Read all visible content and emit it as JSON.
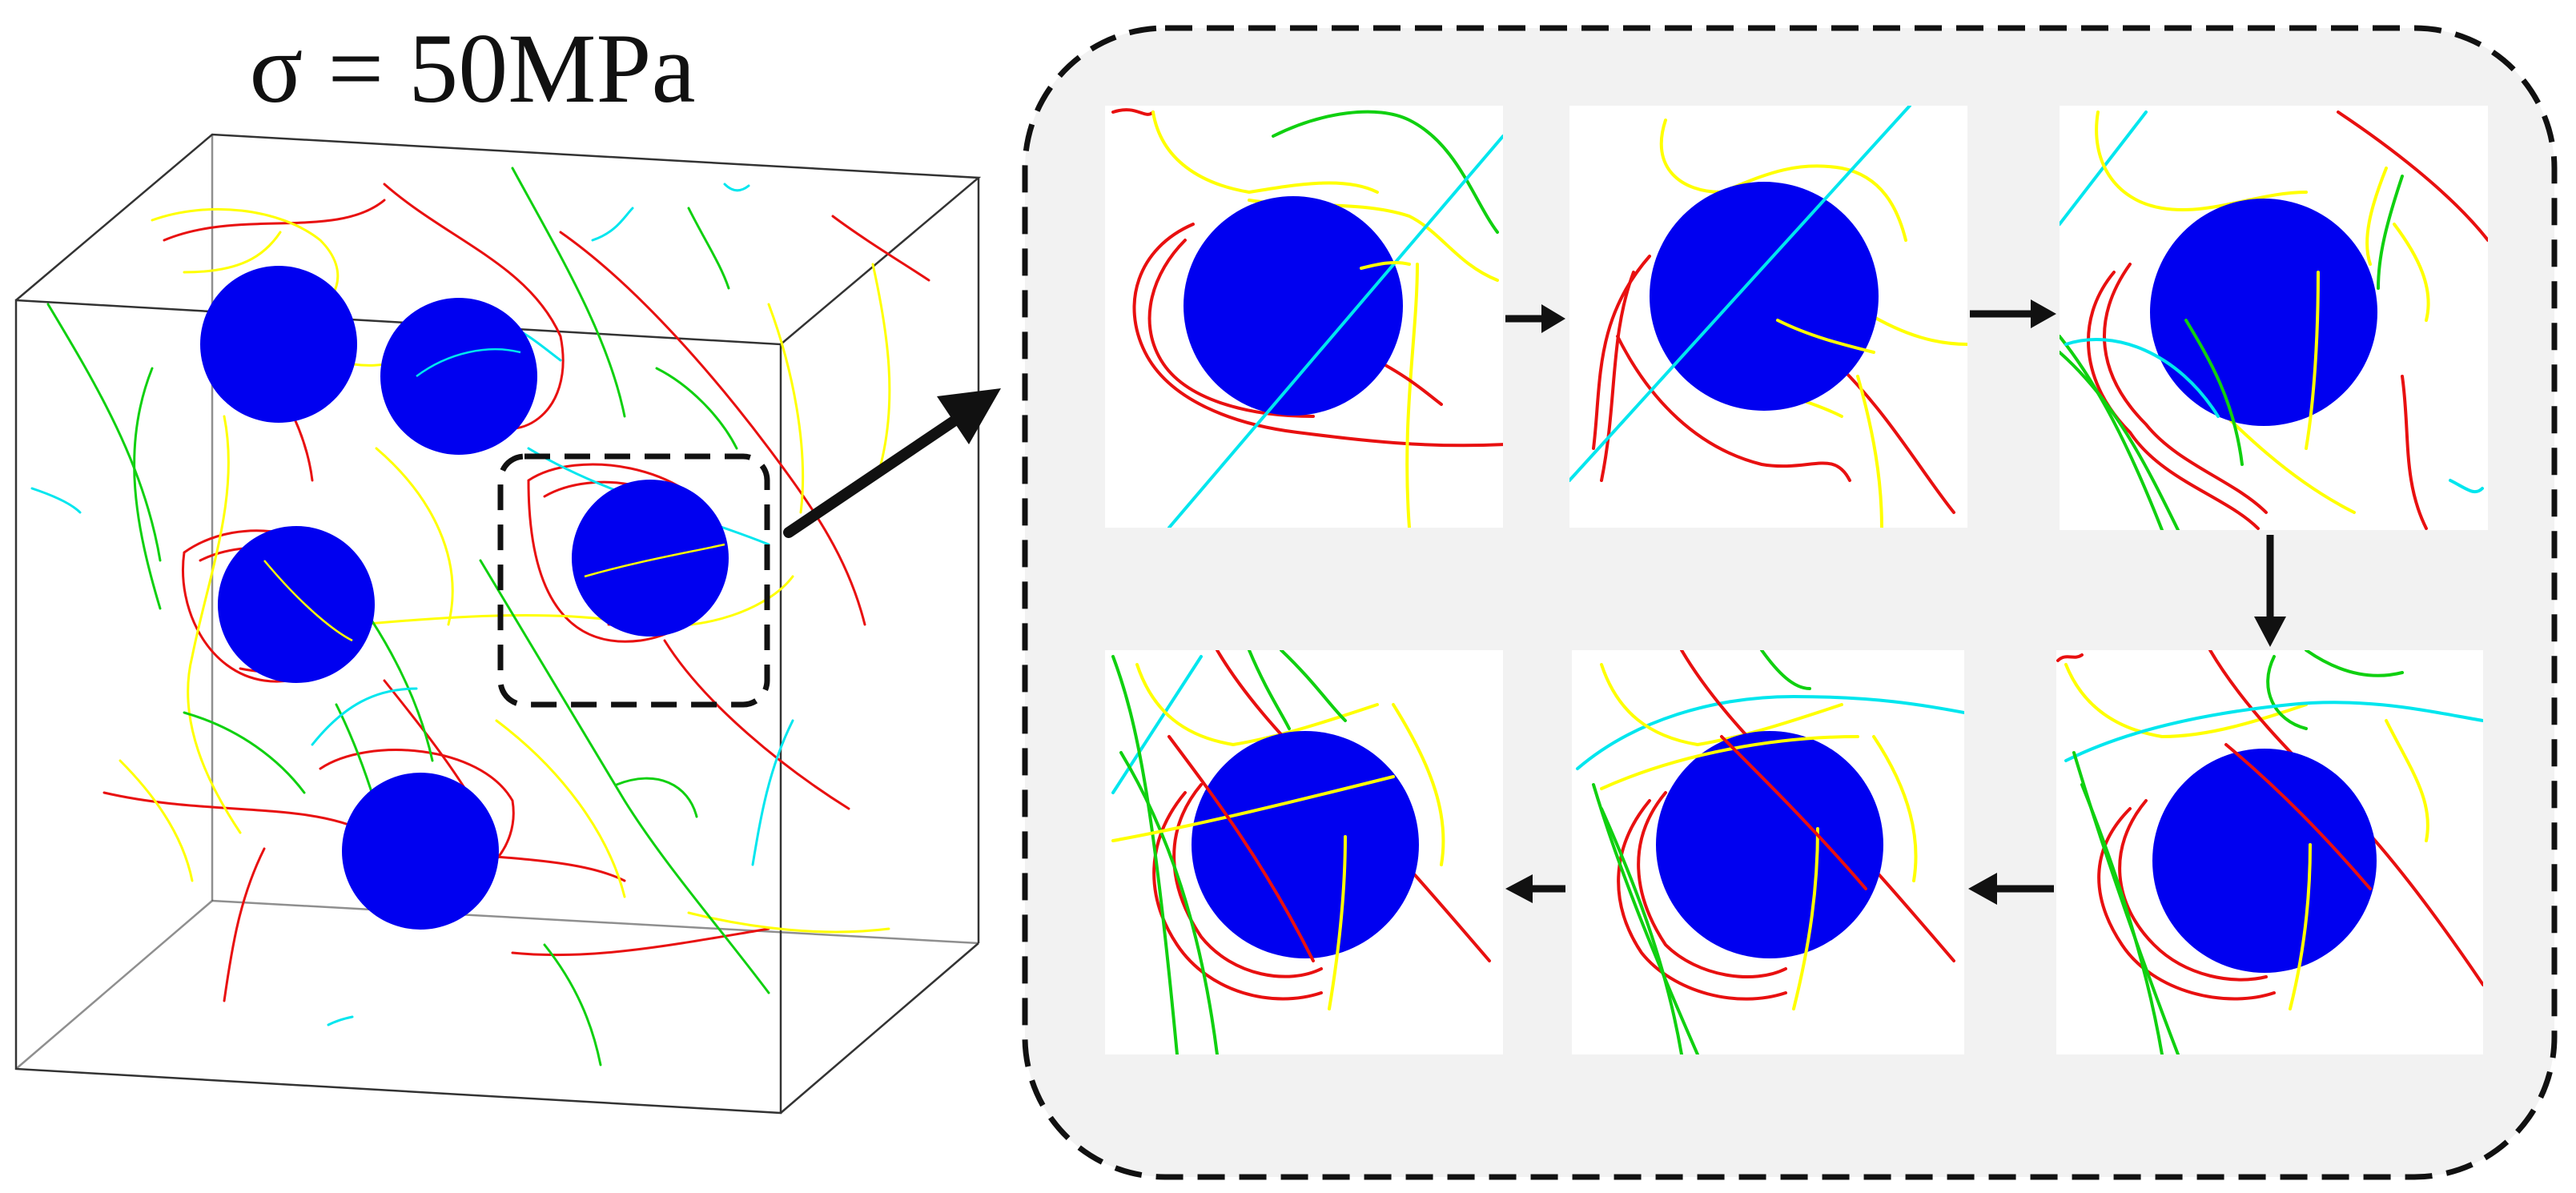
{
  "figure": {
    "title": "σ = 50MPa"
  },
  "colors": {
    "particle": "#0000f0",
    "dislocation_red": "#e81010",
    "dislocation_yellow": "#ffff00",
    "dislocation_green": "#10d010",
    "dislocation_cyan": "#00e6ee",
    "box_edge": "#333333",
    "panel_background": "#f2f2f2",
    "dashed_border": "#111111",
    "arrow": "#111111"
  },
  "sequence": {
    "frame_count": 6,
    "order": [
      "frame-1",
      "frame-2",
      "frame-3",
      "frame-4",
      "frame-5",
      "frame-6"
    ]
  }
}
